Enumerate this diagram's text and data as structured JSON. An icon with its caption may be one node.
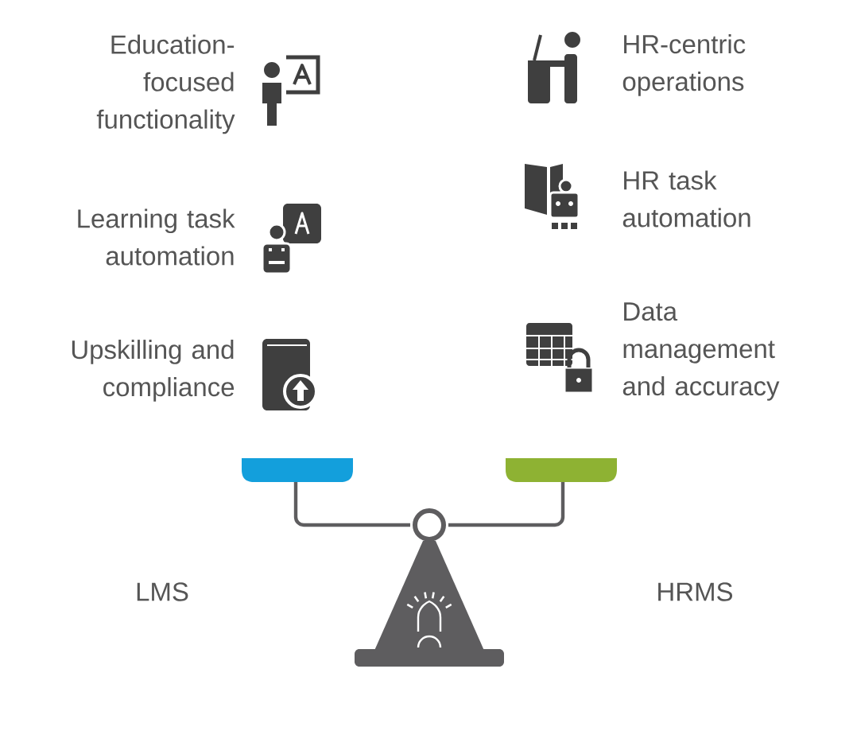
{
  "diagram": {
    "labels": [
      "Education-focused functionality",
      "HR-centric operations",
      "Learning task automation",
      "HR task automation",
      "Upskilling and compliance",
      "Data management and accuracy",
      "LMS",
      "HRMS"
    ]
  }
}
